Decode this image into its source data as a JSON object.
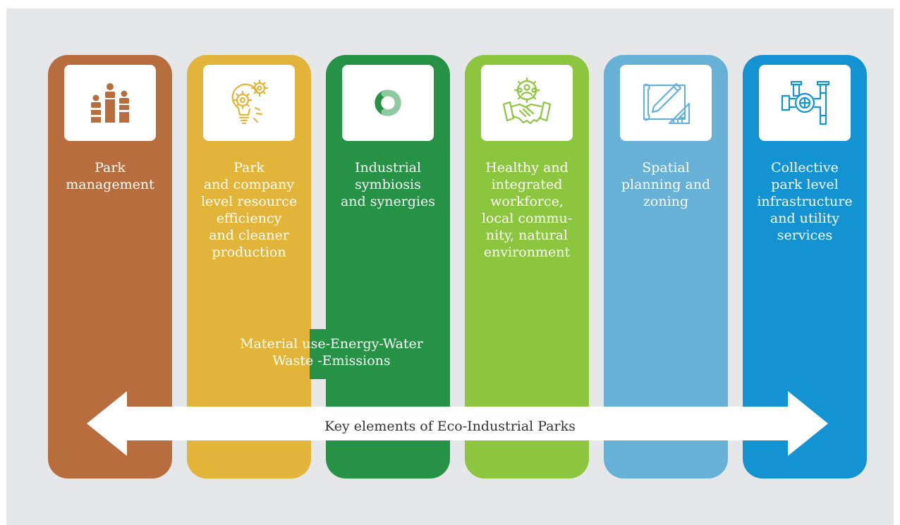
{
  "columns": [
    {
      "label": "Park\nmanagement",
      "icon": "people-ranking-icon",
      "color": "#b86d3f"
    },
    {
      "label": "Park\nand company\nlevel resource\nefficiency\nand cleaner\nproduction",
      "icon": "lightbulb-gears-icon",
      "color": "#e2b43a"
    },
    {
      "label": "Industrial\nsymbiosis\nand synergies",
      "icon": "linked-rings-icon",
      "color": "#259245"
    },
    {
      "label": "Healthy and\nintegrated\nworkforce,\nlocal commu-\nnity, natural\nenvironment",
      "icon": "handshake-community-icon",
      "color": "#8cc63f"
    },
    {
      "label": "Spatial\nplanning and\nzoning",
      "icon": "blueprint-ruler-icon",
      "color": "#67b1d7"
    },
    {
      "label": "Collective\npark level\ninfrastructure\nand utility\nservices",
      "icon": "pipe-valve-icon",
      "color": "#1493d3"
    }
  ],
  "resource_note": "Material use-Energy-Water\nWaste -Emissions",
  "arrow_label": "Key elements of Eco-Industrial Parks",
  "background_color": "#e6e7e9"
}
